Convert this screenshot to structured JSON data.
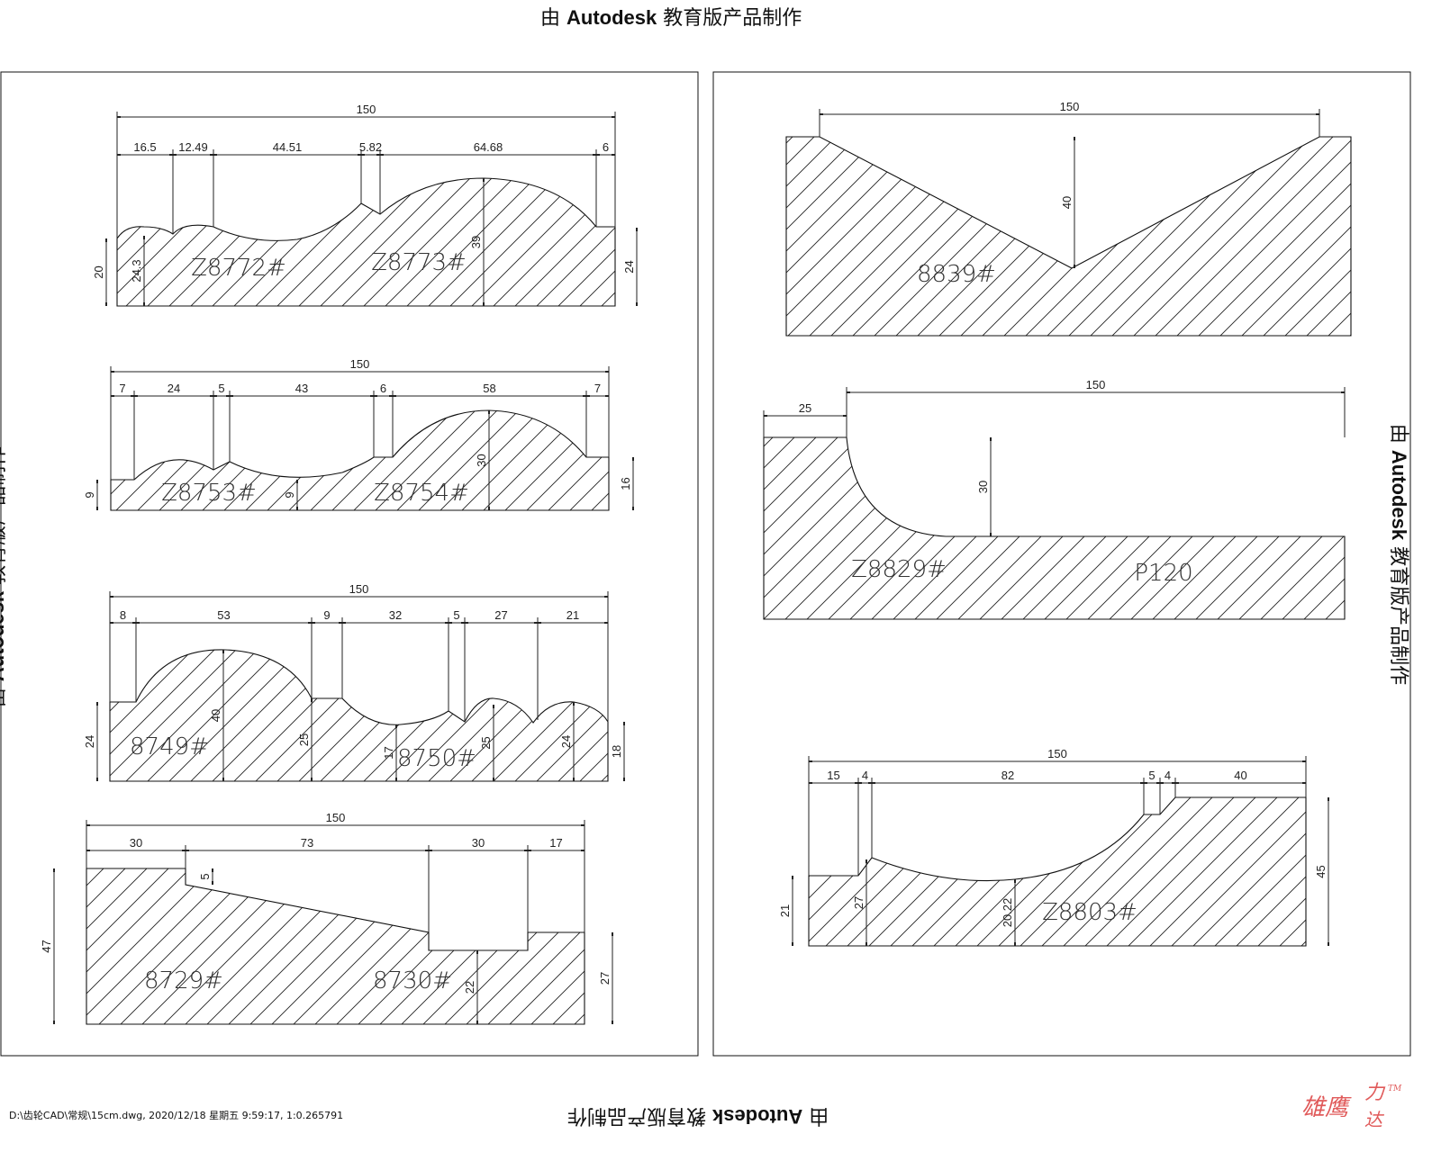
{
  "watermark": {
    "prefix": "由 ",
    "brand": "Autodesk",
    "suffix": " 教育版产品制作"
  },
  "footer": "D:\\齿轮CAD\\常规\\15cm.dwg, 2020/12/18 星期五 9:59:17, 1:0.265791",
  "logo": {
    "text1": "雄鹰",
    "text2": "力",
    "text3": "达",
    "tm": "TM",
    "color": "#e05a5a"
  },
  "profiles": [
    {
      "labels": [
        "Z8772#",
        "Z8773#"
      ],
      "total": "150",
      "row": [
        "16.5",
        "12.49",
        "44.51",
        "5.82",
        "64.68",
        "6"
      ],
      "vert": [
        "20",
        "24.3",
        "39",
        "24"
      ]
    },
    {
      "labels": [
        "Z8753#",
        "Z8754#"
      ],
      "total": "150",
      "row": [
        "7",
        "24",
        "5",
        "43",
        "6",
        "58",
        "7"
      ],
      "vert": [
        "9",
        "9",
        "30",
        "16"
      ]
    },
    {
      "labels": [
        "8749#",
        "8750#"
      ],
      "total": "150",
      "row": [
        "8",
        "53",
        "9",
        "32",
        "5",
        "27",
        "21"
      ],
      "vert": [
        "24",
        "40",
        "25",
        "17",
        "25",
        "24",
        "18"
      ]
    },
    {
      "labels": [
        "8729#",
        "8730#"
      ],
      "total": "150",
      "row": [
        "30",
        "73",
        "30",
        "17"
      ],
      "vert": [
        "47",
        "5",
        "22",
        "27"
      ]
    },
    {
      "labels": [
        "8839#"
      ],
      "total": "150",
      "row": [],
      "vert": [
        "40"
      ]
    },
    {
      "labels": [
        "Z8829#",
        "P120"
      ],
      "total": "150",
      "row": [
        "25"
      ],
      "vert": [
        "30"
      ]
    },
    {
      "labels": [
        "Z8803#"
      ],
      "total": "150",
      "row": [
        "15",
        "4",
        "82",
        "5",
        "4",
        "40"
      ],
      "vert": [
        "21",
        "27",
        "20.22",
        "45"
      ]
    }
  ]
}
